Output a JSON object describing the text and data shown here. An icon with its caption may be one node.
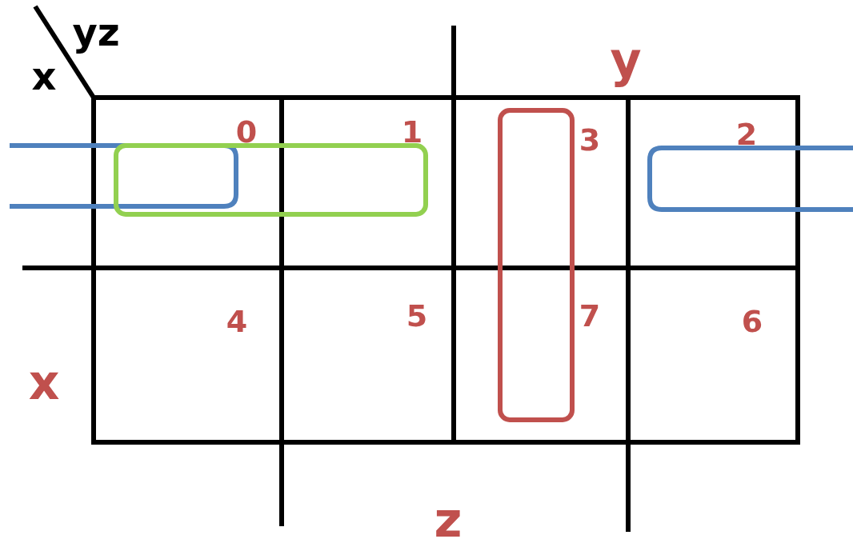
{
  "diagram": {
    "labels": [
      "yz",
      "y",
      "x",
      "0",
      "1",
      "3",
      "2",
      "4",
      "5",
      "7",
      "6",
      "x",
      "z"
    ]
  }
}
